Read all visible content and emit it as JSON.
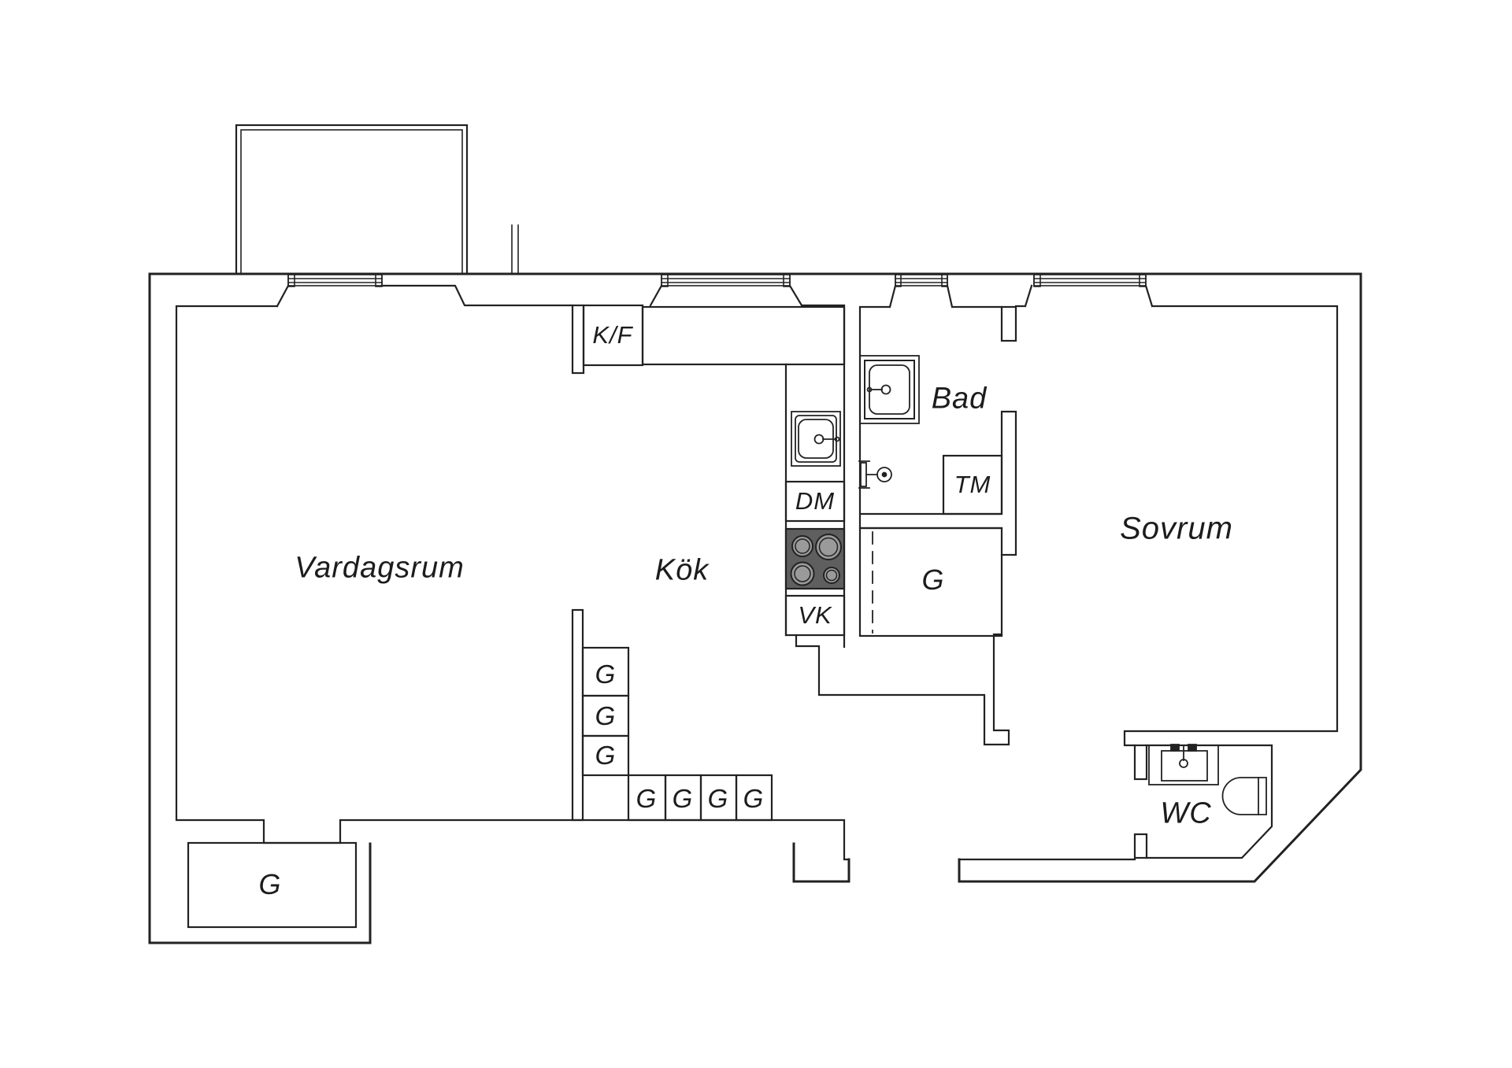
{
  "document": {
    "type": "apartment floor plan",
    "language": "Swedish"
  },
  "labels": {
    "living_room": "Vardagsrum",
    "kitchen": "Kök",
    "bathroom": "Bad",
    "bedroom": "Sovrum",
    "wc": "WC",
    "fridge_freezer": "K/F",
    "dishwasher": "DM",
    "water_heater": "VK",
    "washing_machine": "TM",
    "hall_closet": "G",
    "storage_room": "G",
    "wardrobe_column": [
      "G",
      "G",
      "G"
    ],
    "wardrobe_row": [
      "G",
      "G",
      "G",
      "G"
    ]
  },
  "colors": {
    "background": "#ffffff",
    "wall_line": "#222222",
    "stove_fill": "#5f5f5f",
    "burner_fill": "#9a9a9a"
  }
}
